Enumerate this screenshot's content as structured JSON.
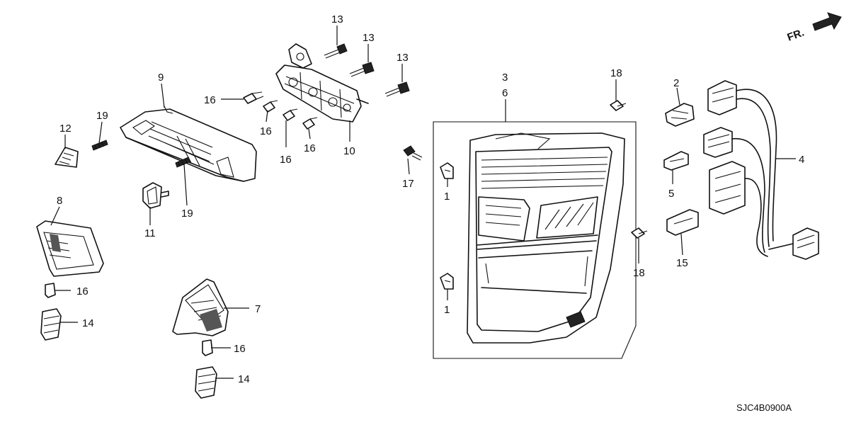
{
  "direction_marker": {
    "label": "FR."
  },
  "diagram_code": "SJC4B0900A",
  "callouts": {
    "c1a": "1",
    "c1b": "1",
    "c2": "2",
    "c3": "3",
    "c4": "4",
    "c5": "5",
    "c6": "6",
    "c7": "7",
    "c8": "8",
    "c9": "9",
    "c10": "10",
    "c11": "11",
    "c12": "12",
    "c13a": "13",
    "c13b": "13",
    "c13c": "13",
    "c14a": "14",
    "c14b": "14",
    "c15": "15",
    "c16a": "16",
    "c16b": "16",
    "c16c": "16",
    "c16d": "16",
    "c16e": "16",
    "c16f": "16",
    "c17": "17",
    "c18a": "18",
    "c18b": "18",
    "c19a": "19",
    "c19b": "19"
  }
}
